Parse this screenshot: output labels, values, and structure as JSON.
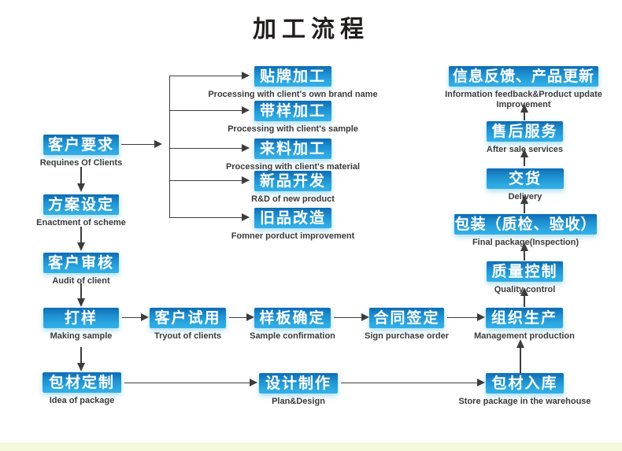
{
  "page": {
    "title": "加工流程"
  },
  "colors": {
    "box_gradient_top": "#0d6cb4",
    "box_gradient_bottom": "#2aa7e1",
    "box_text": "#ffffff",
    "caption_text": "#3a3a3a",
    "line": "#3d3d3d",
    "footer_strip": "#f4f9dc"
  },
  "nodes": [
    {
      "id": "client-requirements",
      "label": "客户要求",
      "caption": "Requines Of Clients"
    },
    {
      "id": "scheme-enactment",
      "label": "方案设定",
      "caption": "Enactment of scheme"
    },
    {
      "id": "client-audit",
      "label": "客户审核",
      "caption": "Audit of client"
    },
    {
      "id": "making-sample",
      "label": "打样",
      "caption": "Making sample"
    },
    {
      "id": "package-idea",
      "label": "包材定制",
      "caption": "Idea of package"
    },
    {
      "id": "oem-processing",
      "label": "贴牌加工",
      "caption": "Processing with client's own brand name"
    },
    {
      "id": "sample-processing",
      "label": "带样加工",
      "caption": "Processing with client's sample"
    },
    {
      "id": "material-processing",
      "label": "来料加工",
      "caption": "Processing with client's material"
    },
    {
      "id": "new-product-rd",
      "label": "新品开发",
      "caption": "R&D of new product"
    },
    {
      "id": "product-improve",
      "label": "旧品改造",
      "caption": "Fomner porduct improvement"
    },
    {
      "id": "client-tryout",
      "label": "客户试用",
      "caption": "Tryout of clients"
    },
    {
      "id": "sample-confirm",
      "label": "样板确定",
      "caption": "Sample confirmation"
    },
    {
      "id": "sign-contract",
      "label": "合同签定",
      "caption": "Sign purchase order"
    },
    {
      "id": "production",
      "label": "组织生产",
      "caption": "Management production"
    },
    {
      "id": "plan-design",
      "label": "设计制作",
      "caption": "Plan&Design"
    },
    {
      "id": "package-warehouse",
      "label": "包材入库",
      "caption": "Store package in the warehouse"
    },
    {
      "id": "info-feedback",
      "label": "信息反馈、产品更新",
      "caption": "Information feedback&Product update",
      "caption2": "Improvement"
    },
    {
      "id": "after-sale",
      "label": "售后服务",
      "caption": "After sale services"
    },
    {
      "id": "delivery",
      "label": "交货",
      "caption": "Delivery"
    },
    {
      "id": "final-package",
      "label": "包装（质检、验收）",
      "caption": "Final package(Inspection)"
    },
    {
      "id": "quality-control",
      "label": "质量控制",
      "caption": "Quality control"
    }
  ]
}
